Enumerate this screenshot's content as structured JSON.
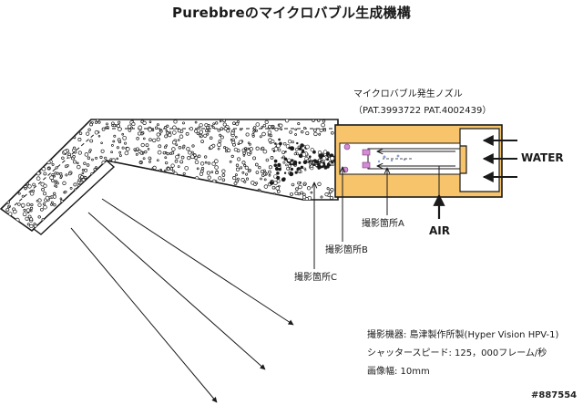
{
  "title": "Purebbreのマイクロバブル生成機構",
  "nozzle": {
    "title": "マイクロバブル発生ノズル",
    "patent": "（PAT.3993722  PAT.4002439）"
  },
  "inputs": {
    "water": "WATER",
    "air": "AIR"
  },
  "points": {
    "a": "撮影箇所A",
    "b": "撮影箇所B",
    "c": "撮影箇所C"
  },
  "specs": {
    "camera": "撮影機器: 島津製作所製(Hyper Vision HPV-1)",
    "shutter": "シャッタースピード: 125，000フレーム/秒",
    "width": "画像幅: 10mm"
  },
  "watermark": "#887554",
  "colors": {
    "nozzle_fill": "#f7c46c",
    "bubble_fill": "#d48ad4",
    "micro_bubble": "#8a9ed4",
    "line": "#1a1a1a"
  }
}
